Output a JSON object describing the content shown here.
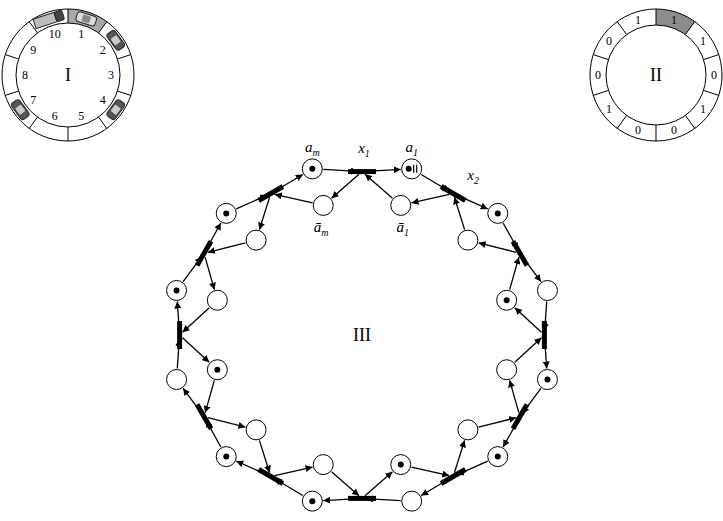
{
  "diagram": {
    "labels": [
      "I",
      "1",
      "2",
      "3",
      "4",
      "5",
      "6",
      "7",
      "8",
      "9",
      "10",
      "II",
      "1",
      "1",
      "0",
      "1",
      "0",
      "0",
      "1",
      "0",
      "0",
      "1",
      "III",
      "am",
      "x1",
      "a1",
      "x2",
      "ām",
      "ā1"
    ]
  }
}
